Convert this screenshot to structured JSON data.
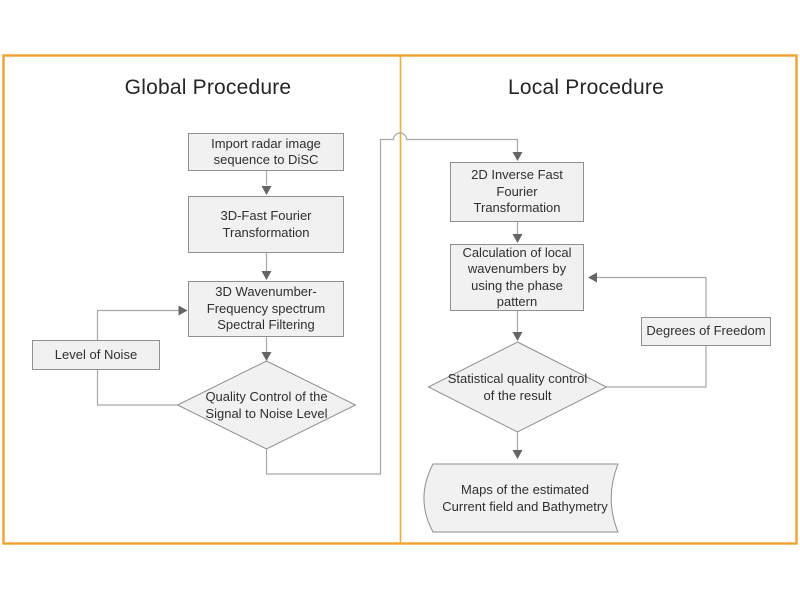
{
  "colors": {
    "accent": "#F1A12F",
    "divider": "#EFAE3C",
    "node_fill": "#F1F1F1",
    "node_border": "#8F8F8F",
    "connector": "#A8A8A8",
    "arrowhead": "#666666",
    "text": "#2F2F2F"
  },
  "global_procedure": {
    "title": "Global Procedure",
    "import_box": {
      "lines": [
        "Import radar image",
        "sequence to DiSC"
      ]
    },
    "fft_box": {
      "lines": [
        "3D-Fast Fourier",
        "Transformation"
      ]
    },
    "spectrum_box": {
      "lines": [
        "3D Wavenumber-",
        "Frequency spectrum",
        "Spectral Filtering"
      ]
    },
    "noise_box": {
      "lines": [
        "Level of Noise"
      ]
    },
    "quality_diamond": {
      "lines": [
        "Quality Control of the",
        "Signal to Noise Level"
      ]
    }
  },
  "local_procedure": {
    "title": "Local Procedure",
    "ifft_box": {
      "lines": [
        "2D Inverse Fast",
        "Fourier",
        "Transformation"
      ]
    },
    "wavenumber_box": {
      "lines": [
        "Calculation of local",
        "wavenumbers by",
        "using the phase",
        "pattern"
      ]
    },
    "dof_box": {
      "lines": [
        "Degrees of Freedom"
      ]
    },
    "statistical_diamond": {
      "lines": [
        "Statistical quality control",
        "of the result"
      ]
    },
    "maps_shape": {
      "lines": [
        "Maps of the estimated",
        "Current field and Bathymetry"
      ]
    }
  }
}
